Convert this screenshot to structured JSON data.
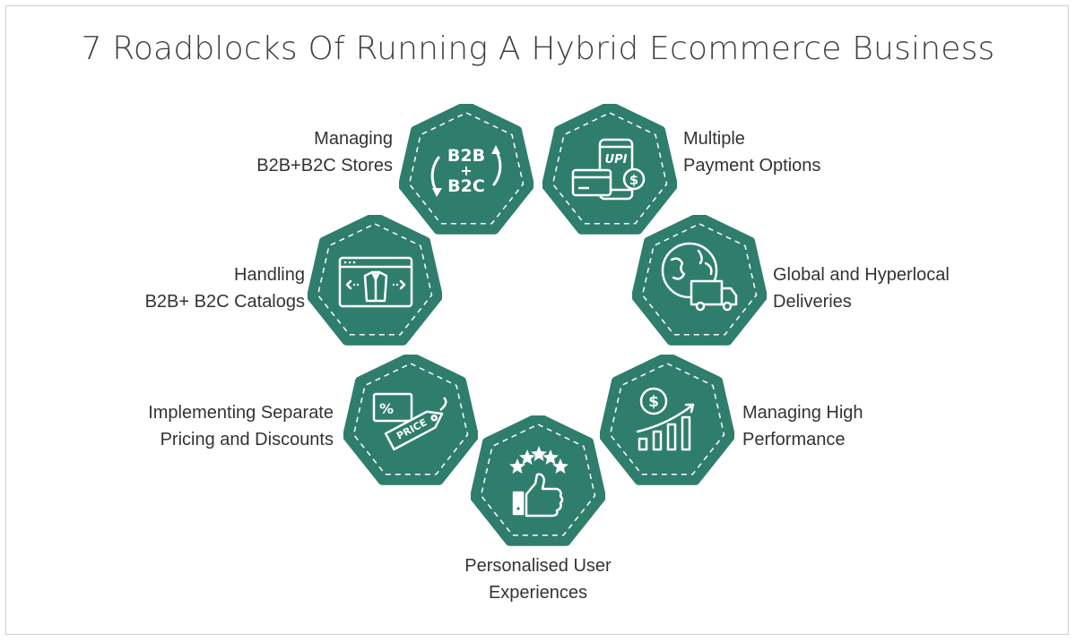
{
  "title": "7 Roadblocks Of Running A Hybrid Ecommerce Business",
  "colors": {
    "badge_fill": "#2f7d6d",
    "dash": "#ffffff",
    "text": "#333333",
    "title_text": "#3f3f3f",
    "border": "#cfcfcf"
  },
  "items": [
    {
      "icon": "b2b-b2c-exchange-icon",
      "line1": "Managing",
      "line2": "B2B+B2C Stores",
      "icon_text": {
        "top": "B2B",
        "plus": "+",
        "bottom": "B2C"
      }
    },
    {
      "icon": "mobile-payment-icon",
      "line1": "Multiple",
      "line2": "Payment Options",
      "icon_text": {
        "upi": "UPI",
        "dollar": "$"
      }
    },
    {
      "icon": "catalog-window-icon",
      "line1": "Handling",
      "line2": "B2B+ B2C Catalogs"
    },
    {
      "icon": "globe-truck-icon",
      "line1": "Global and Hyperlocal",
      "line2": "Deliveries"
    },
    {
      "icon": "price-tag-icon",
      "line1": "Implementing Separate",
      "line2": "Pricing and Discounts",
      "icon_text": {
        "percent": "%",
        "price": "PRICE"
      }
    },
    {
      "icon": "growth-chart-icon",
      "line1": "Managing High",
      "line2": "Performance",
      "icon_text": {
        "dollar": "$"
      }
    },
    {
      "icon": "stars-thumbs-up-icon",
      "line1": "Personalised User",
      "line2": "Experiences"
    }
  ]
}
